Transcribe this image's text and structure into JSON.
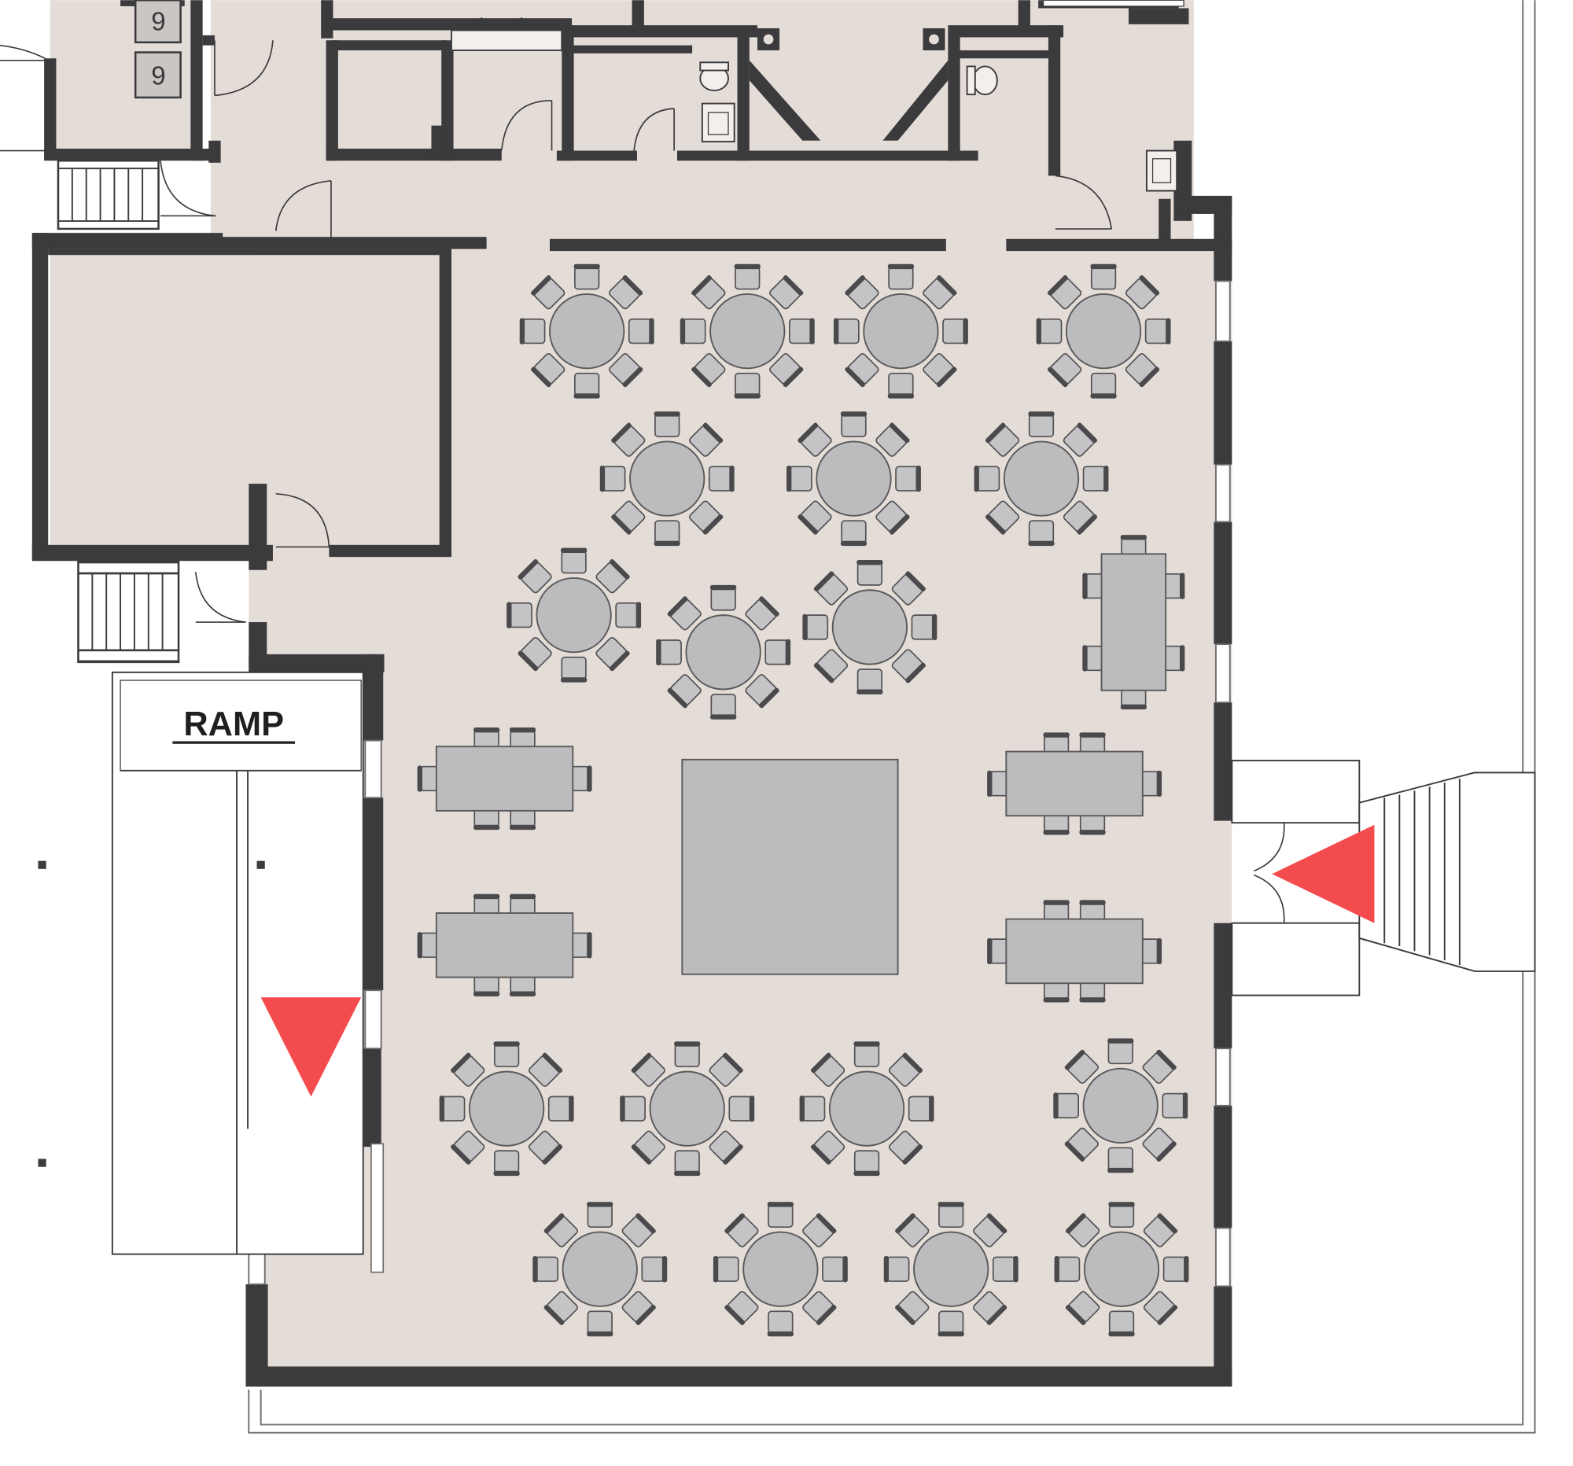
{
  "plan": {
    "ramp_label": "RAMP",
    "colors": {
      "background": "#ffffff",
      "floor": "#e4dcd6",
      "wall": "#3b3a3c",
      "furniture": "#bcbbbd",
      "furniture_outline": "#5a5a5c",
      "entrance_marker": "#f44b4e",
      "fixture": "#c9c6c3"
    },
    "icons": {
      "entrance_marker": "red-triangle-arrow",
      "table_round": "round-table-8-chairs",
      "table_rect": "rectangular-table-6-chairs",
      "door": "door-swing-arc",
      "stairs": "stairs"
    }
  }
}
